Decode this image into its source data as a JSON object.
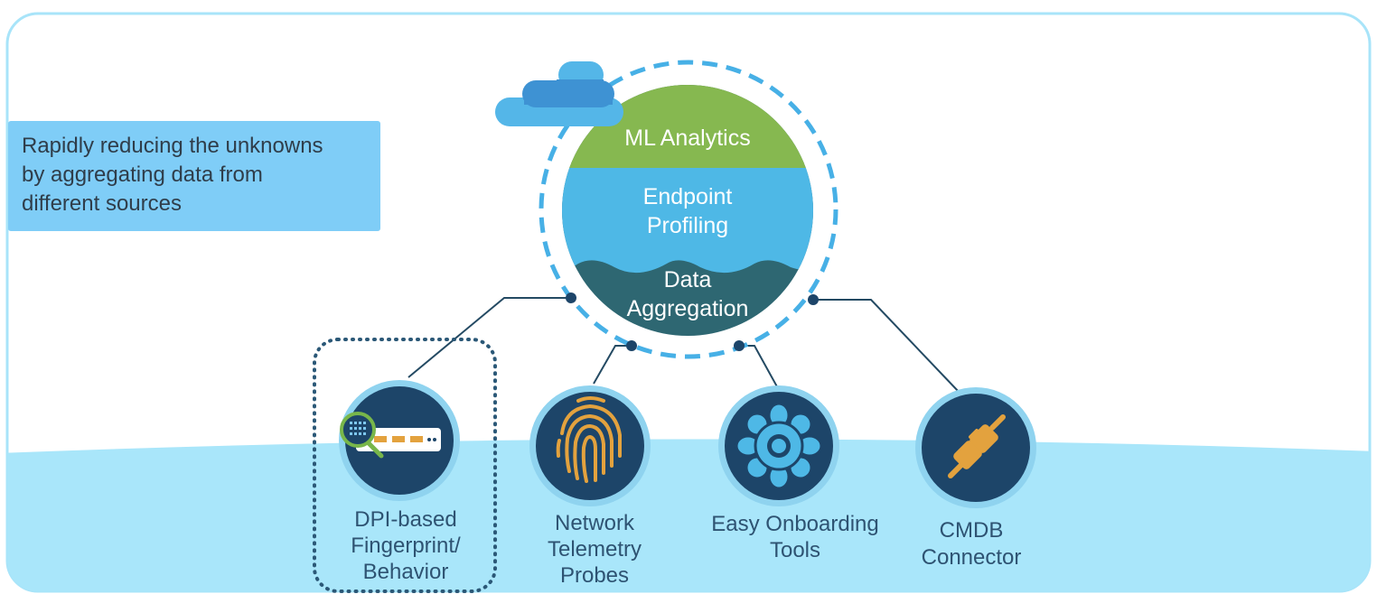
{
  "callout": {
    "lines": [
      "Rapidly reducing the unknowns",
      "by aggregating data from",
      "different sources"
    ]
  },
  "platform": {
    "ml_analytics": "ML Analytics",
    "endpoint_profiling": [
      "Endpoint",
      "Profiling"
    ],
    "data_aggregation": [
      "Data",
      "Aggregation"
    ]
  },
  "sources": [
    {
      "lines": [
        "DPI-based",
        "Fingerprint/",
        "Behavior"
      ],
      "icon": "dpi-fingerprint-icon",
      "highlighted": true
    },
    {
      "lines": [
        "Network",
        "Telemetry",
        "Probes"
      ],
      "icon": "fingerprint-icon",
      "highlighted": false
    },
    {
      "lines": [
        "Easy Onboarding",
        "Tools"
      ],
      "icon": "gear-icon",
      "highlighted": false
    },
    {
      "lines": [
        "CMDB",
        "Connector"
      ],
      "icon": "plug-connector-icon",
      "highlighted": false
    }
  ],
  "colors": {
    "frame": "#a8e4f9",
    "ground": "#a9e6fa",
    "callout": "#7fcdf7",
    "ml_green": "#86b850",
    "profiling_blue": "#4eb8e6",
    "aggregation_teal": "#2e6772",
    "icon_navy": "#1d4569",
    "icon_orange": "#e3a23e",
    "label_text": "#2e5372",
    "dashed_ring": "#47b0e6"
  }
}
